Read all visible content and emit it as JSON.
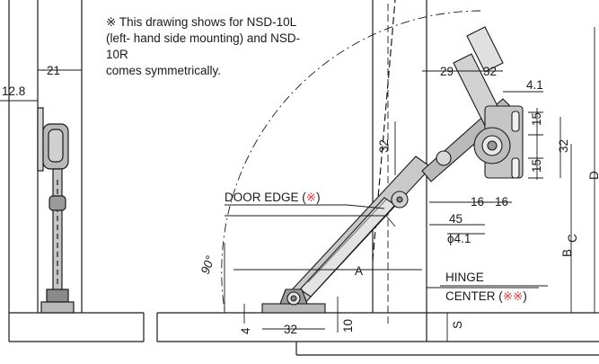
{
  "note": {
    "mark": "※",
    "line1": " This drawing shows for NSD-10L",
    "line2": "(left- hand side mounting) and NSD-10R",
    "line3": "comes symmetrically."
  },
  "labels": {
    "door_edge": "DOOR EDGE (",
    "door_edge_mark": "※",
    "door_edge_close": ")",
    "hinge": "HINGE",
    "center": "CENTER (",
    "center_mark": "※※",
    "center_close": ")",
    "angle": "90°",
    "dim_a": "A",
    "dim_b": "B",
    "dim_c": "C",
    "dim_d": "D",
    "dim_s": "S"
  },
  "dims": {
    "d21": "21",
    "d12_8": "12.8",
    "d29": "29",
    "d32_top": "32",
    "d4_1": "4.1",
    "d15_top": "15",
    "d32_right": "32",
    "d15_bottom": "15",
    "d32_left": "32",
    "d16_a": "16",
    "d16_b": "16",
    "d45": "45",
    "d_phi": "ϕ4.1",
    "d4": "4",
    "d32_base": "32",
    "d10": "10"
  },
  "colors": {
    "line": "#1a1a1a",
    "accent": "#e8333a",
    "panel": "#f2f2f2",
    "metal": "#b9b9b9",
    "metal_dark": "#8a8a8a"
  }
}
